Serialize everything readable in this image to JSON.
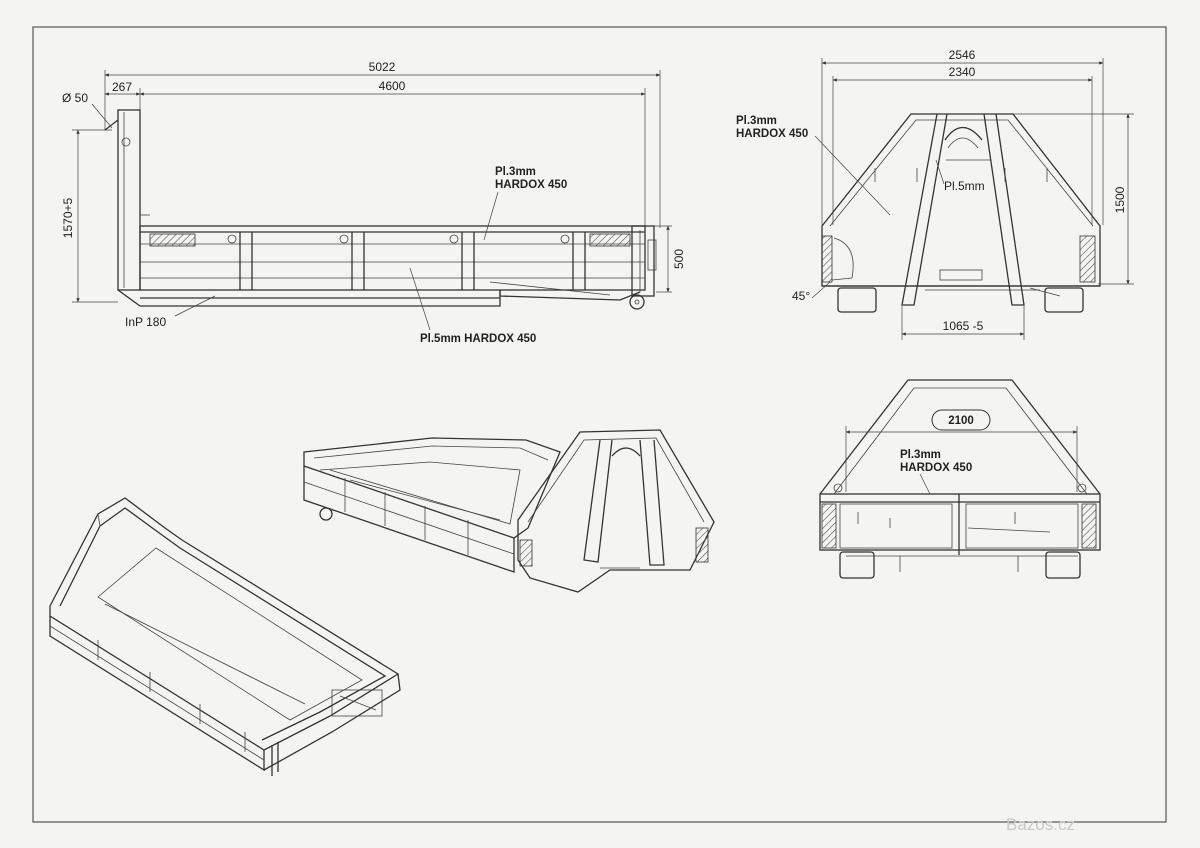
{
  "side_view": {
    "dim_overall": "5022",
    "dim_inner": "4600",
    "dim_hook": "267",
    "dim_pin": "Ø 50",
    "dim_height": "1570+5",
    "dim_side": "500",
    "label_plate3": "Pl.3mm",
    "label_hardox": "HARDOX 450",
    "label_beam": "InP 180",
    "label_plate5": "Pl.5mm HARDOX 450"
  },
  "front_view": {
    "dim_outer": "2546",
    "dim_inner": "2340",
    "dim_height": "1500",
    "dim_angle": "45°",
    "dim_rails": "1065 -5",
    "label_plate3": "Pl.3mm",
    "label_hardox": "HARDOX 450",
    "label_plate5": "Pl.5mm"
  },
  "rear_view": {
    "dim_width": "2100",
    "label_plate3": "Pl.3mm",
    "label_hardox": "HARDOX 450"
  },
  "watermark": "Bazos.cz"
}
